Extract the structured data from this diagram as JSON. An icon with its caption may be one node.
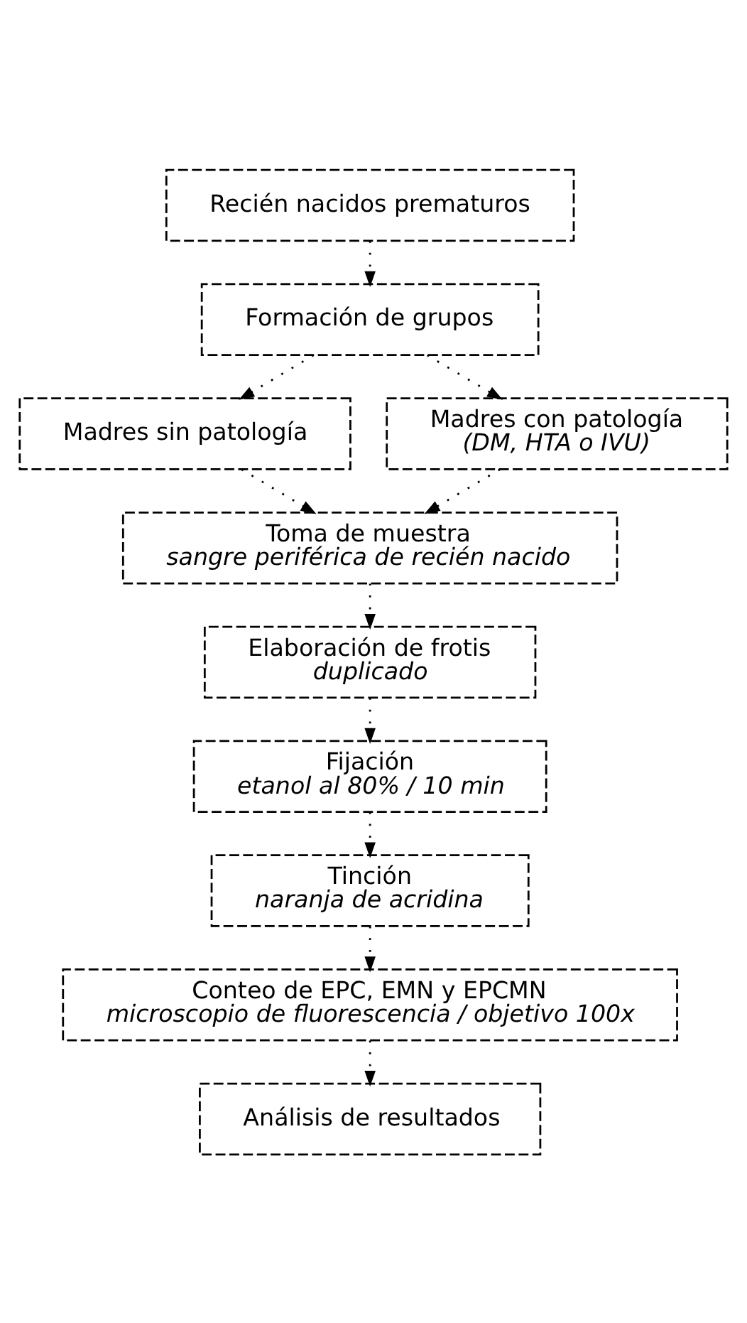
{
  "diagram": {
    "nodes": [
      {
        "text": [
          "Recién nacidos prematuros"
        ]
      },
      {
        "text": [
          "Formación de grupos"
        ]
      },
      {
        "text": [
          "Madres sin patología"
        ]
      },
      {
        "text": [
          "Madres con patología",
          "(DM, HTA o IVU)"
        ]
      },
      {
        "text": [
          "Toma de muestra",
          "sangre periférica de recién nacido"
        ]
      },
      {
        "text": [
          "Elaboración de frotis",
          "duplicado"
        ]
      },
      {
        "text": [
          "Fijación",
          "etanol al 80% / 10 min"
        ]
      },
      {
        "text": [
          "Tinción",
          "naranja de acridina"
        ]
      },
      {
        "text": [
          "Conteo de EPC, EMN y EPCMN",
          "microscopio de fluorescencia / objetivo 100x"
        ]
      },
      {
        "text": [
          "Análisis de resultados"
        ]
      }
    ],
    "edges": [
      {
        "from": 0,
        "to": 1,
        "arrow": "to"
      },
      {
        "from": 1,
        "to": 2,
        "arrow": "to"
      },
      {
        "from": 1,
        "to": 3,
        "arrow": "to"
      },
      {
        "from": 2,
        "to": 4,
        "arrow": "to"
      },
      {
        "from": 3,
        "to": 4,
        "arrow": "to"
      },
      {
        "from": 4,
        "to": 5,
        "arrow": "to"
      },
      {
        "from": 5,
        "to": 6,
        "arrow": "to"
      },
      {
        "from": 6,
        "to": 7,
        "arrow": "to"
      },
      {
        "from": 7,
        "to": 8,
        "arrow": "to"
      },
      {
        "from": 8,
        "to": 9,
        "arrow": "to"
      }
    ]
  }
}
